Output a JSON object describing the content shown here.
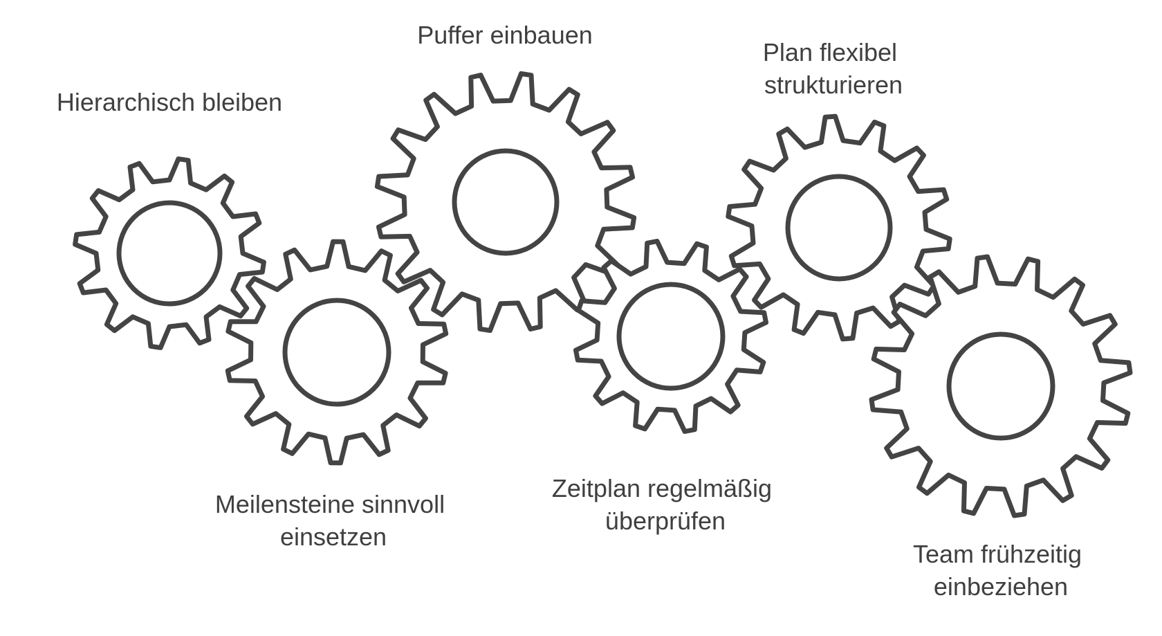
{
  "colors": {
    "stroke": "#444444",
    "text": "#3f3f3f",
    "background": "#ffffff"
  },
  "icon": "gear-icon",
  "steps": [
    {
      "lines": [
        "Hierarchisch bleiben"
      ]
    },
    {
      "lines": [
        "Meilensteine sinnvoll",
        "einsetzen"
      ]
    },
    {
      "lines": [
        "Puffer einbauen"
      ]
    },
    {
      "lines": [
        "Zeitplan regelmäßig",
        "überprüfen"
      ]
    },
    {
      "lines": [
        "Plan flexibel",
        "strukturieren"
      ]
    },
    {
      "lines": [
        "Team frühzeitig",
        "einbeziehen"
      ]
    }
  ]
}
